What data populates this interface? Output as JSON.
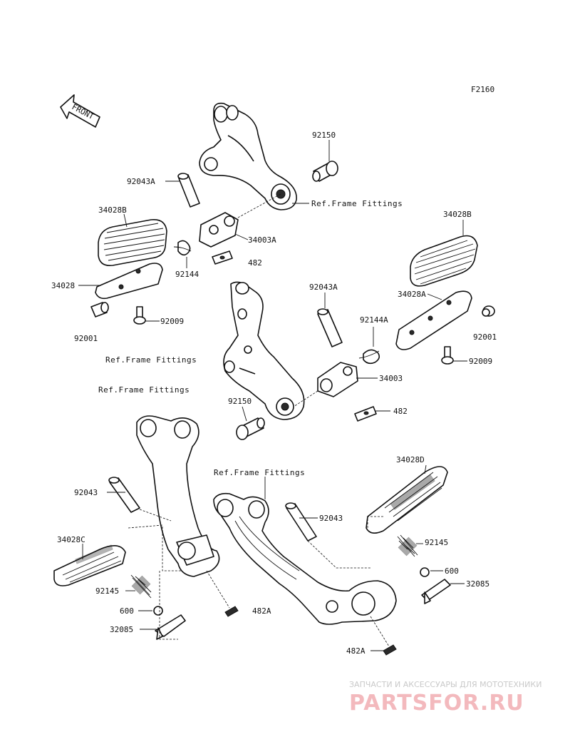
{
  "diagram": {
    "code": "F2160",
    "front_label": "FRONT",
    "ref_label": "Ref.Frame Fittings",
    "parts": {
      "p92150a": "92150",
      "p92043a1": "92043A",
      "p34028b1": "34028B",
      "p34003a": "34003A",
      "p482a": "482",
      "p92144": "92144",
      "p34028": "34028",
      "p92001a": "92001",
      "p92009a": "92009",
      "p34028b2": "34028B",
      "p92043a2": "92043A",
      "p92144a": "92144A",
      "p34028a": "34028A",
      "p92001b": "92001",
      "p92009b": "92009",
      "p34003": "34003",
      "p92150b": "92150",
      "p482b": "482",
      "p92043l": "92043",
      "p34028c": "34028C",
      "p92145l": "92145",
      "p600l": "600",
      "p32085l": "32085",
      "p482al": "482A",
      "p92043r": "92043",
      "p34028d": "34028D",
      "p92145r": "92145",
      "p600r": "600",
      "p32085r": "32085",
      "p482ar": "482A"
    }
  },
  "watermark": {
    "tagline": "ЗАПЧАСТИ И АКСЕССУАРЫ ДЛЯ МОТОТЕХНИКИ",
    "site": "PARTSFOR.RU"
  }
}
